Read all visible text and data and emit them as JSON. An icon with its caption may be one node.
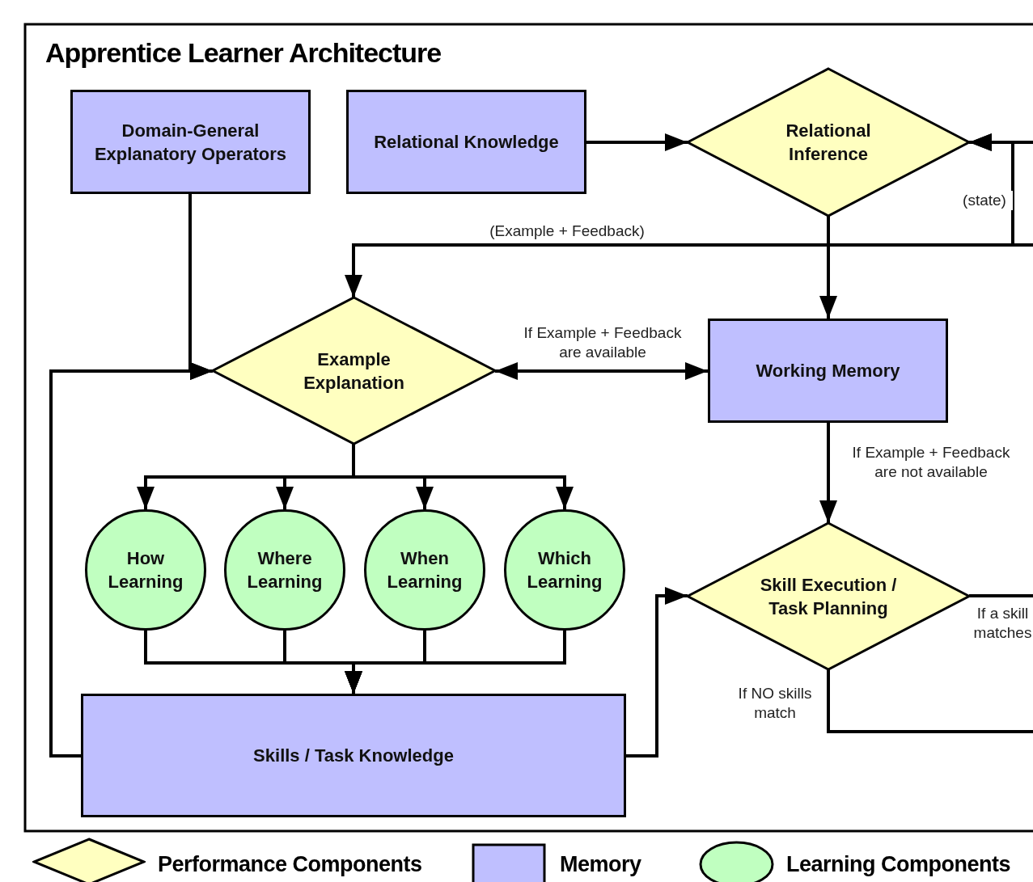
{
  "diagram": {
    "title": "Apprentice Learner Architecture",
    "nodes": [
      {
        "text": [
          "Domain-General Explanatory Operators"
        ]
      },
      {
        "text": [
          "Relational Knowledge"
        ]
      },
      {
        "text": [
          "Relational Inference"
        ]
      },
      {
        "text": [
          "Example Explanation"
        ]
      },
      {
        "text": [
          "Working Memory"
        ]
      },
      {
        "text": [
          "How Learning"
        ]
      },
      {
        "text": [
          "Where Learning"
        ]
      },
      {
        "text": [
          "When Learning"
        ]
      },
      {
        "text": [
          "Which Learning"
        ]
      },
      {
        "text": [
          "Skill Execution / Task Planning"
        ]
      },
      {
        "text": [
          "Skills / Task Knowledge"
        ]
      }
    ],
    "edges": [
      {
        "from": 0,
        "to": 3,
        "arrow": "to"
      },
      {
        "from": 1,
        "to": 2,
        "arrow": "to"
      },
      {
        "from": null,
        "to": 2,
        "arrow": "to"
      },
      {
        "from": 2,
        "to": 4,
        "arrow": "to"
      },
      {
        "from": null,
        "to": 3,
        "arrow": "to",
        "label": "(Example + Feedback)"
      },
      {
        "from": null,
        "to": 2,
        "arrow": "to",
        "label": "(state)"
      },
      {
        "from": 3,
        "to": 4,
        "arrow": "both",
        "label": "If Example + Feedback are available"
      },
      {
        "from": 4,
        "to": 9,
        "arrow": "to",
        "label": "If Example + Feedback are not available"
      },
      {
        "from": 3,
        "to": 5,
        "arrow": "to"
      },
      {
        "from": 3,
        "to": 6,
        "arrow": "to"
      },
      {
        "from": 3,
        "to": 7,
        "arrow": "to"
      },
      {
        "from": 3,
        "to": 8,
        "arrow": "to"
      },
      {
        "from": 5,
        "to": 10,
        "arrow": "to"
      },
      {
        "from": 6,
        "to": 10,
        "arrow": "to"
      },
      {
        "from": 7,
        "to": 10,
        "arrow": "to"
      },
      {
        "from": 8,
        "to": 10,
        "arrow": "to"
      },
      {
        "from": 10,
        "to": 9,
        "arrow": "to"
      },
      {
        "from": 10,
        "to": 3,
        "arrow": "to"
      },
      {
        "from": 9,
        "to": null,
        "arrow": "none",
        "label": "If a skill matches"
      },
      {
        "from": 9,
        "to": null,
        "arrow": "none",
        "label": "If NO skills match"
      }
    ],
    "legend": [
      {
        "text": "Performance Components",
        "color": "#ffffc0"
      },
      {
        "text": "Memory",
        "color": "#bfbfff"
      },
      {
        "text": "Learning Components",
        "color": "#c0ffc0"
      }
    ]
  }
}
